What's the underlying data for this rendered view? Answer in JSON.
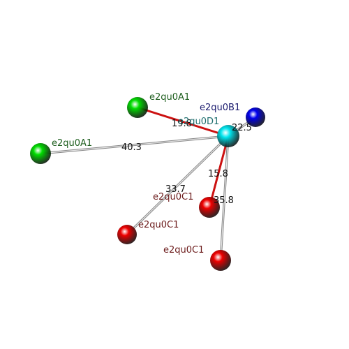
{
  "atoms": [
    {
      "id": "D1",
      "label": "e2qu0D1",
      "color_name": "cyan",
      "color": "#00e5ee",
      "label_color": "#1f6f6f"
    },
    {
      "id": "B1",
      "label": "e2qu0B1",
      "color_name": "blue",
      "color": "#0000ee",
      "label_color": "#1a1a6e"
    },
    {
      "id": "A1a",
      "label": "e2qu0A1",
      "color_name": "green",
      "color": "#00dd00",
      "label_color": "#1f5f1f"
    },
    {
      "id": "A1b",
      "label": "e2qu0A1",
      "color_name": "green",
      "color": "#00dd00",
      "label_color": "#1f5f1f"
    },
    {
      "id": "C1a",
      "label": "e2qu0C1",
      "color_name": "red",
      "color": "#ee0000",
      "label_color": "#6b1a1a"
    },
    {
      "id": "C1b",
      "label": "e2qu0C1",
      "color_name": "red",
      "color": "#ee0000",
      "label_color": "#6b1a1a"
    },
    {
      "id": "C1c",
      "label": "e2qu0C1",
      "color_name": "red",
      "color": "#ee0000",
      "label_color": "#6b1a1a"
    }
  ],
  "bonds": [
    {
      "from": "D1",
      "to": "A1a",
      "distance": "19.8",
      "style": "red"
    },
    {
      "from": "D1",
      "to": "B1",
      "distance": "22.5",
      "style": "gray"
    },
    {
      "from": "D1",
      "to": "A1b",
      "distance": "40.3",
      "style": "gray"
    },
    {
      "from": "D1",
      "to": "C1a",
      "distance": "15.8",
      "style": "red"
    },
    {
      "from": "D1",
      "to": "C1b",
      "distance": "33.7",
      "style": "gray"
    },
    {
      "from": "D1",
      "to": "C1c",
      "distance": "35.8",
      "style": "gray"
    }
  ],
  "colors": {
    "red_bond": "#cc1111",
    "gray_bond": "#b8b8b8",
    "distance_text": "#111111"
  }
}
